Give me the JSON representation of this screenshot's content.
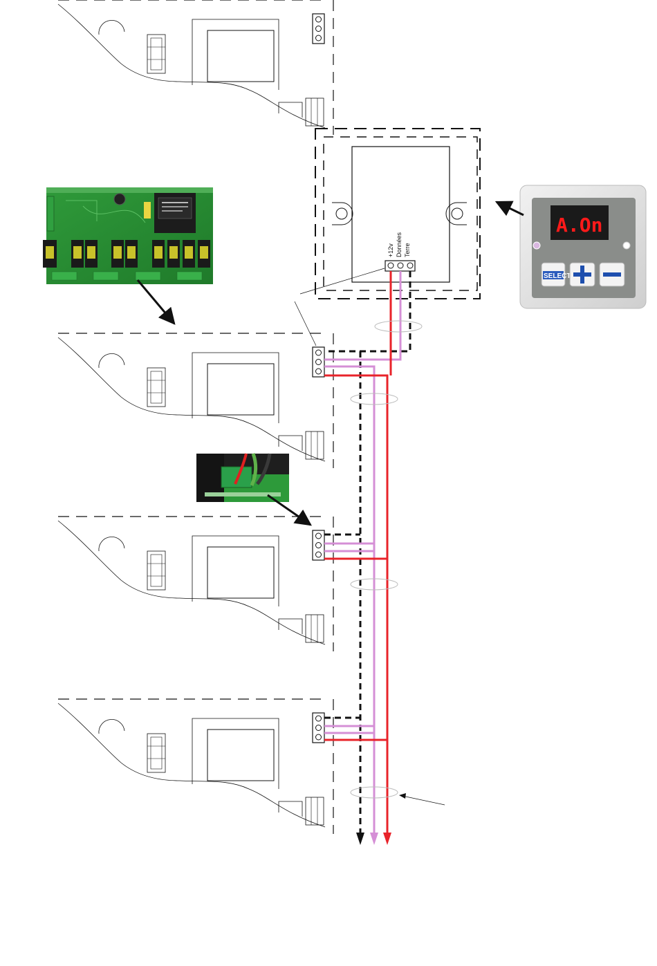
{
  "terminal_labels": {
    "ground": "Terre",
    "data": "Données",
    "power": "+12v"
  },
  "controller": {
    "display_text": "A.On",
    "select_button": "SELECT",
    "plus_button": "+",
    "minus_button": "−"
  },
  "wire_colors": {
    "ground": "#111111",
    "data": "#d58fd6",
    "power": "#e8232a"
  },
  "board_count": 3
}
